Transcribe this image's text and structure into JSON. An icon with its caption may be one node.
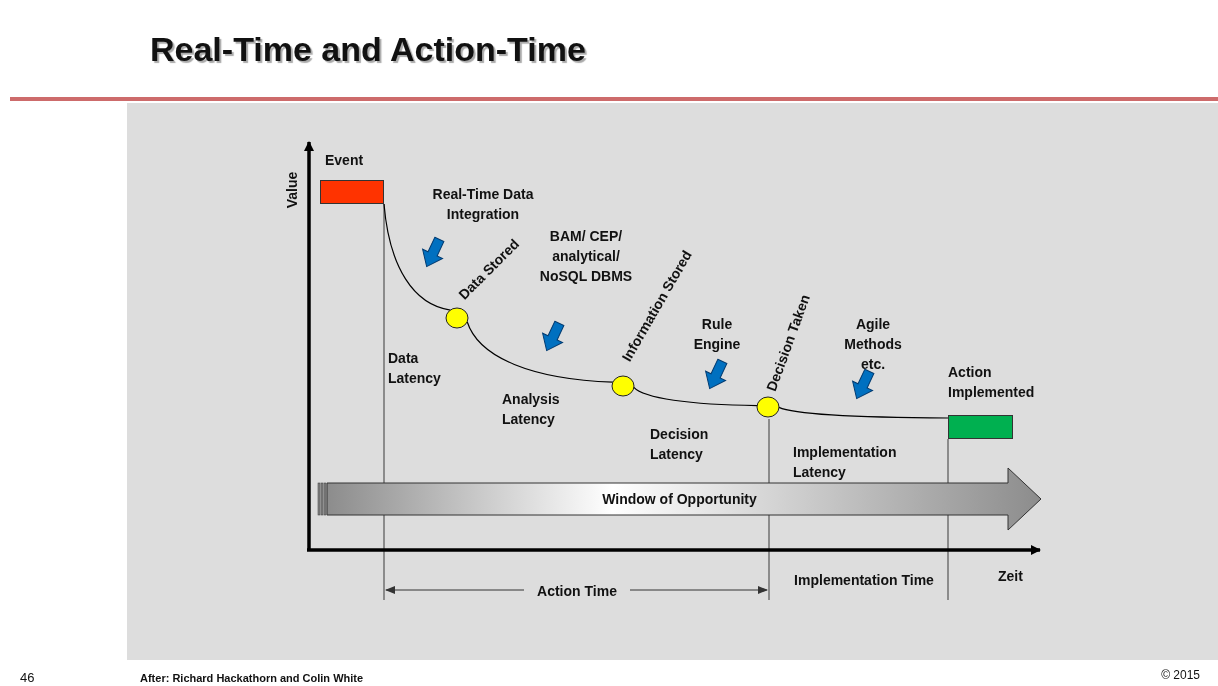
{
  "diagram": {
    "title": "Real-Time and Action-Time",
    "nodes": [
      {
        "text": [
          "Event"
        ]
      },
      {
        "text": [],
        "shape": "circle",
        "beside": [
          "Data Stored"
        ]
      },
      {
        "text": [],
        "shape": "circle",
        "beside": [
          "Information Stored"
        ]
      },
      {
        "text": [],
        "shape": "circle",
        "beside": [
          "Decision Taken"
        ]
      },
      {
        "text": [
          "Action Implemented"
        ]
      },
      {
        "text": [
          "Window of Opportunity"
        ]
      }
    ],
    "edges": [
      {
        "from": 0,
        "to": 1,
        "arrow": "none"
      },
      {
        "from": 1,
        "to": 2,
        "arrow": "none"
      },
      {
        "from": 2,
        "to": 3,
        "arrow": "none"
      },
      {
        "from": 3,
        "to": 4,
        "arrow": "none"
      }
    ],
    "labels": [
      "Value",
      "Real-Time Data Integration",
      "BAM/ CEP/ analytical/ NoSQL DBMS",
      "Rule Engine",
      "Agile Methods etc.",
      "Data Latency",
      "Analysis Latency",
      "Decision Latency",
      "Implementation Latency",
      "Zeit",
      "Action Time",
      "Implementation Time",
      "46",
      "After: Richard Hackathorn and Colin White",
      "© 2015"
    ]
  }
}
